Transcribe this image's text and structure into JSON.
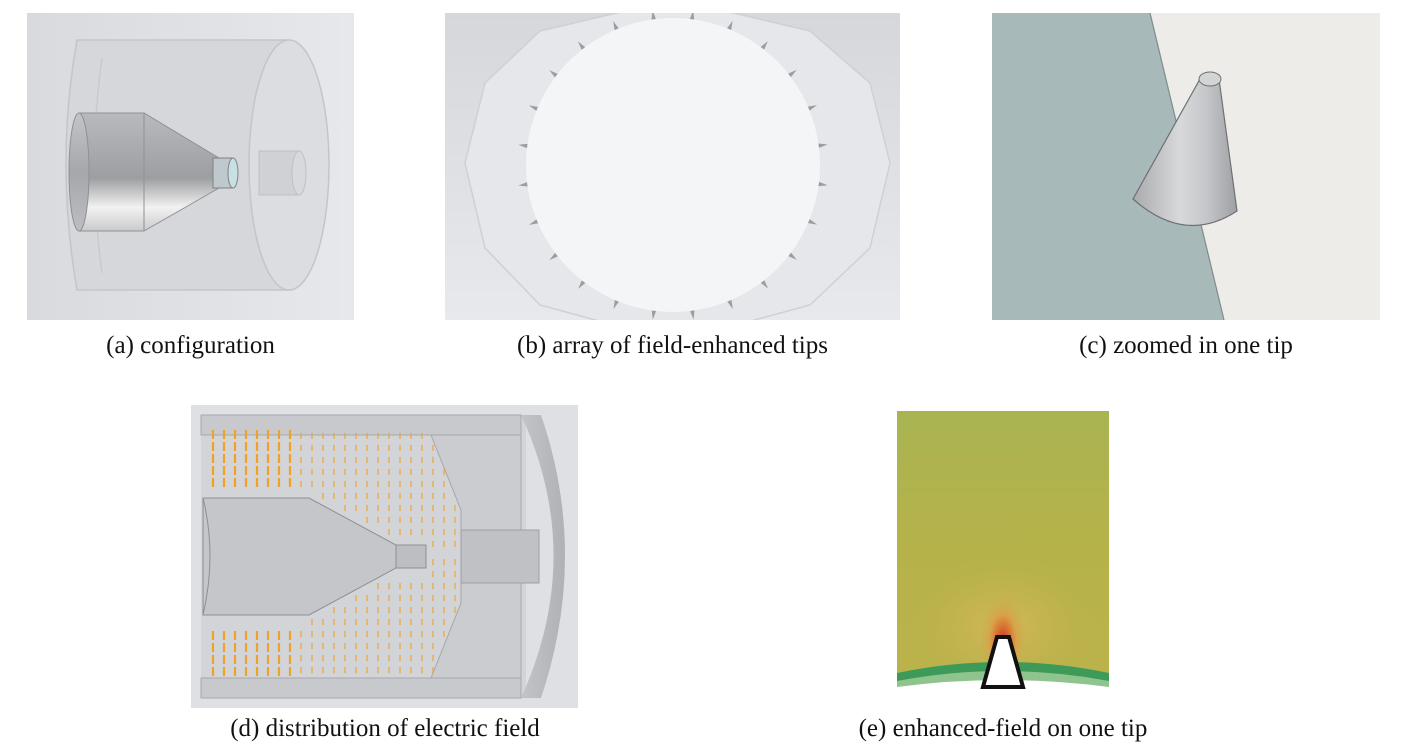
{
  "captions": {
    "a": "(a) configuration",
    "b": "(b) array of field-enhanced tips",
    "c": "(c) zoomed in one tip",
    "d": "(d) distribution of electric field",
    "e": "(e) enhanced-field on one tip"
  },
  "colors": {
    "background_grey": "#e2e3e7",
    "cone_metal": "#c9cacd",
    "tip_base_teal": "#a9bdbc",
    "field_arrow": "#f0a020",
    "field_plot_green": "#b6b24a",
    "field_hotspot": "#d2452a"
  }
}
